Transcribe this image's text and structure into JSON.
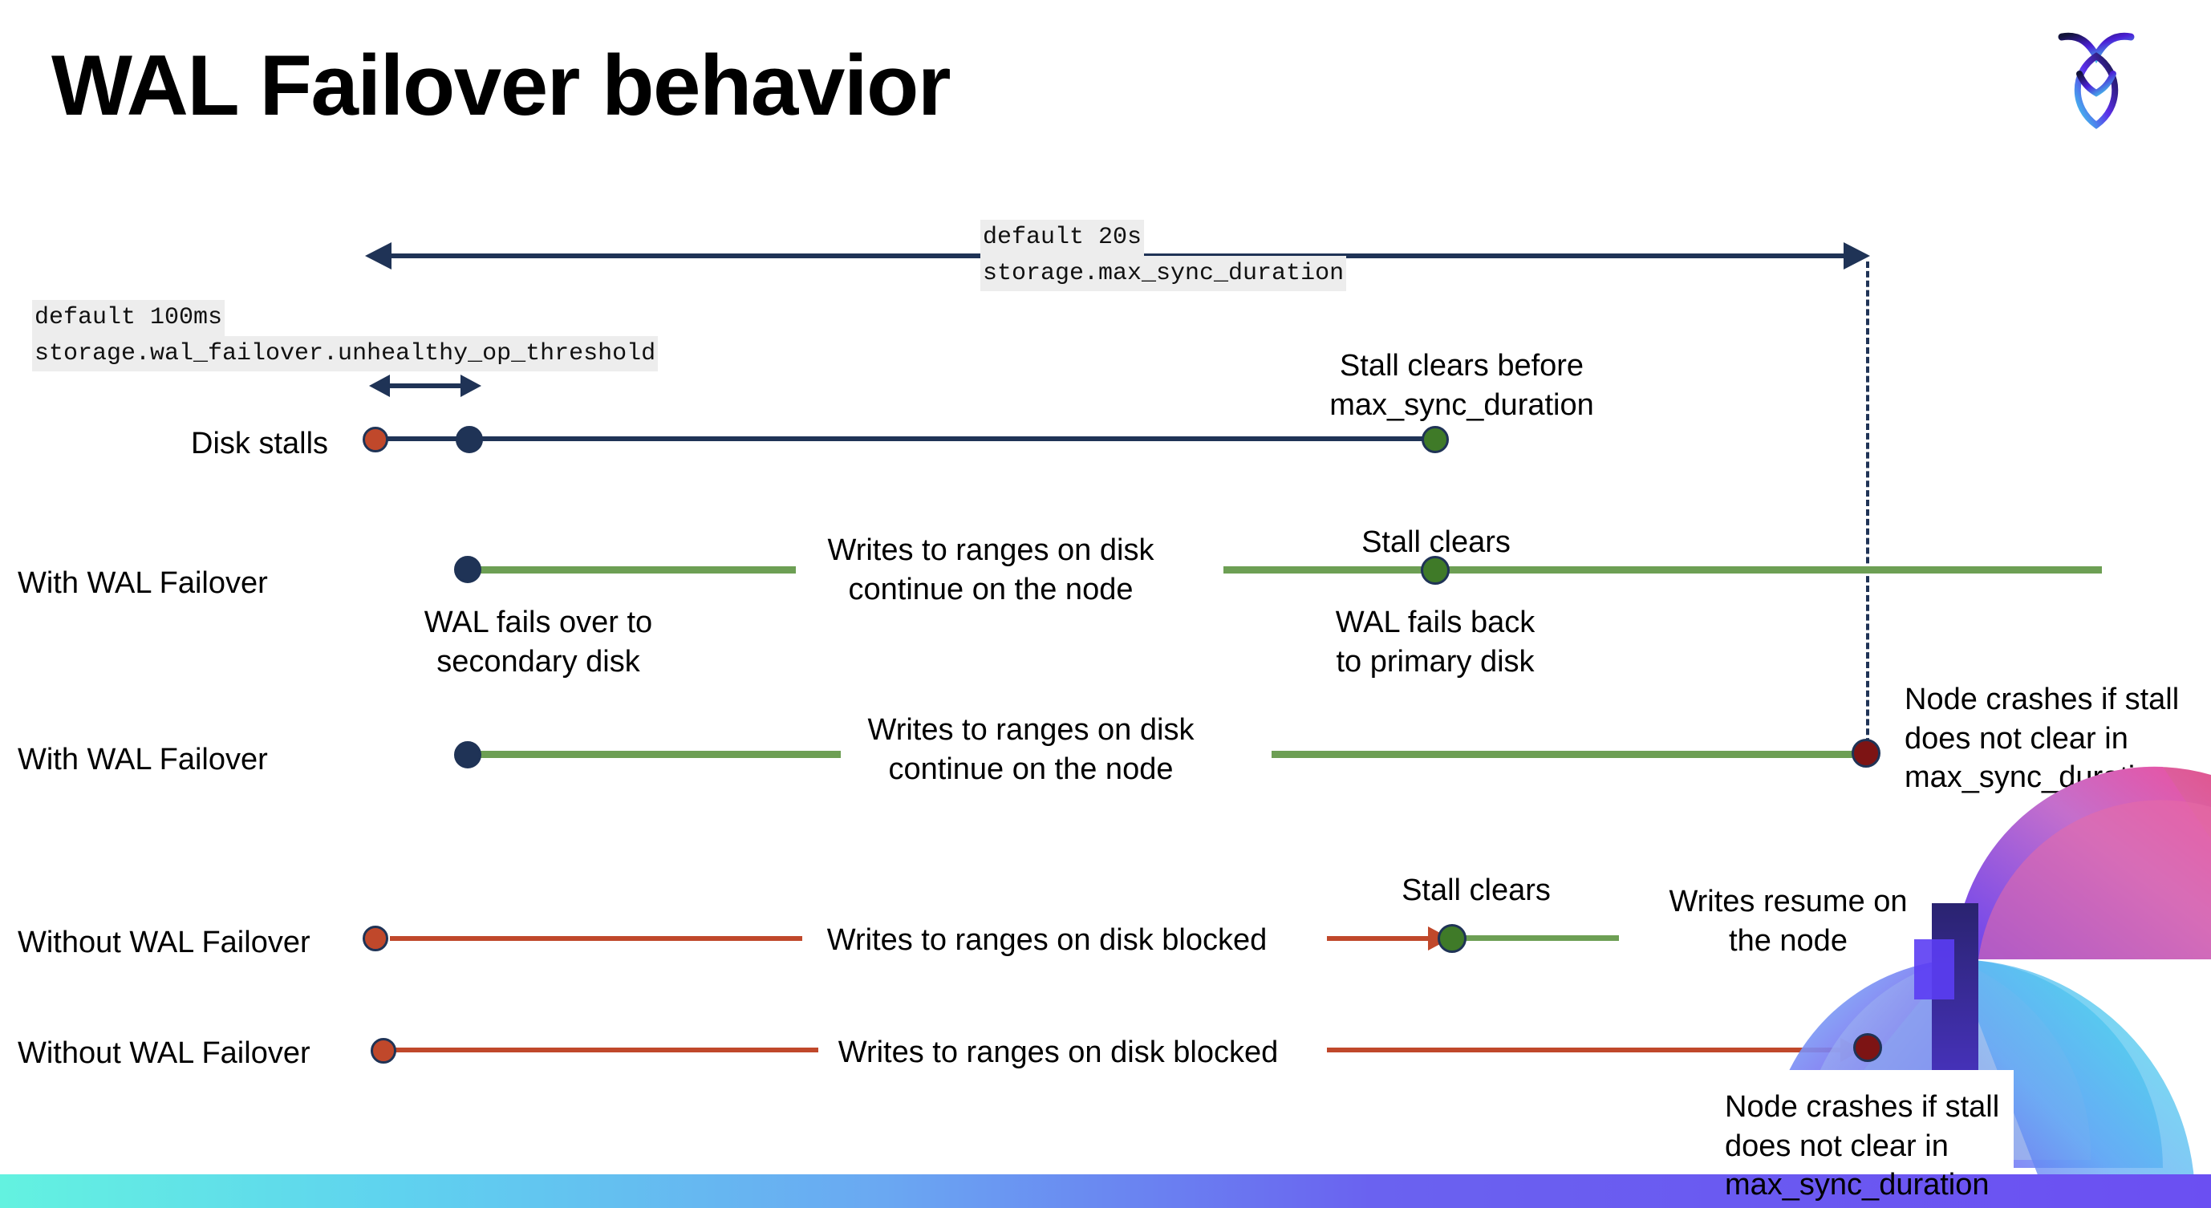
{
  "slide": {
    "title": "WAL Failover behavior",
    "logo_name": "cockroachdb-logo"
  },
  "settings": {
    "max_sync": {
      "default": "default 20s",
      "name": "storage.max_sync_duration"
    },
    "unhealthy_op": {
      "default": "default 100ms",
      "name": "storage.wal_failover.unhealthy_op_threshold"
    }
  },
  "rows": [
    {
      "label": "Disk stalls",
      "annotation_top": "Stall clears before\nmax_sync_duration"
    },
    {
      "label": "With WAL Failover",
      "note_mid": "Writes to ranges on disk\ncontinue on the node",
      "note_event": "Stall clears",
      "note_below_start": "WAL fails over to\nsecondary disk",
      "note_below_event": "WAL fails  back\nto primary disk",
      "note_right": "Node crashes if stall\ndoes not clear in\nmax_sync_duration"
    },
    {
      "label": "With WAL Failover",
      "note_mid": "Writes to ranges on disk\ncontinue on the node",
      "note_right": "Node crashes if stall\ndoes not clear in\nmax_sync_duration"
    },
    {
      "label": "Without WAL Failover",
      "note_mid": "Writes to ranges on disk  blocked",
      "note_event": "Stall clears",
      "note_right": "Writes resume on\nthe node"
    },
    {
      "label": "Without WAL Failover",
      "note_mid": "Writes to ranges on disk  blocked",
      "note_right": "Node crashes if stall\ndoes not clear in\nmax_sync_duration"
    }
  ],
  "colors": {
    "navy": "#1f3356",
    "green_line": "#6d9f54",
    "green_dot": "#3f7a28",
    "orange": "#c0482b",
    "dark_red": "#7d1414",
    "code_bg": "#ededed",
    "bar_start": "#63f2e0",
    "bar_end": "#6b4ff2"
  }
}
